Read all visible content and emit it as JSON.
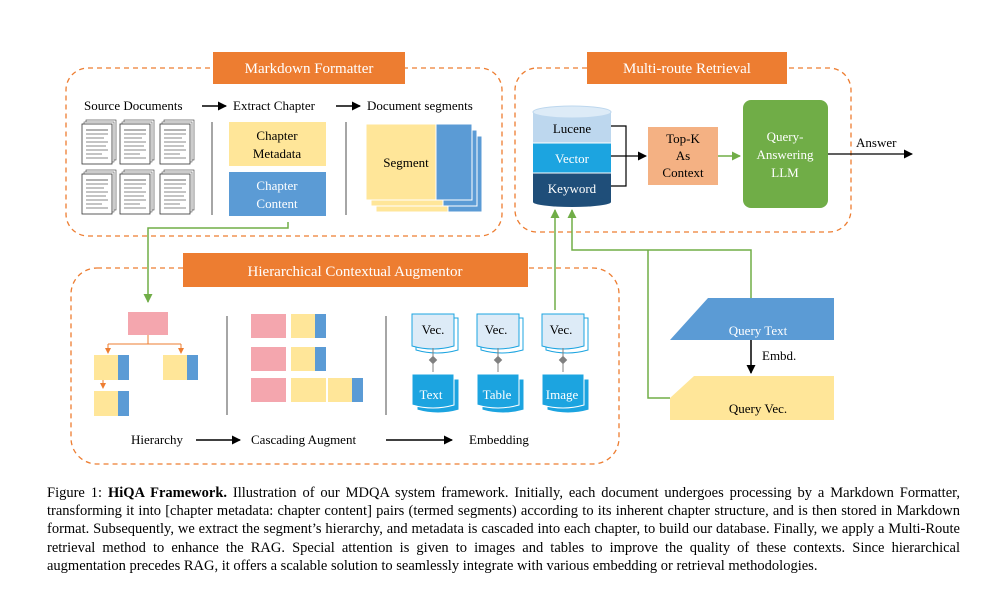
{
  "markdown_formatter": {
    "title": "Markdown Formatter",
    "source_documents": "Source Documents",
    "extract_chapter": "Extract Chapter",
    "document_segments": "Document segments",
    "chapter_metadata": [
      "Chapter",
      "Metadata"
    ],
    "chapter_content": [
      "Chapter",
      "Content"
    ],
    "segment": "Segment"
  },
  "retrieval": {
    "title": "Multi-route Retrieval",
    "lucene": "Lucene",
    "vector": "Vector",
    "keyword": "Keyword",
    "topk": [
      "Top-K",
      "As",
      "Context"
    ],
    "llm": [
      "Query-",
      "Answering",
      "LLM"
    ],
    "answer": "Answer"
  },
  "augmentor": {
    "title": "Hierarchical Contextual Augmentor",
    "vec": "Vec.",
    "text": "Text",
    "table": "Table",
    "image": "Image",
    "hierarchy": "Hierarchy",
    "cascading": "Cascading Augment",
    "embedding": "Embedding"
  },
  "query": {
    "query_text": "Query Text",
    "embd": "Embd.",
    "query_vec": "Query Vec."
  },
  "caption": {
    "label": "Figure 1:",
    "bold": "HiQA Framework.",
    "body": "Illustration of our MDQA system framework. Initially, each document undergoes processing by a Markdown Formatter, transforming it into [chapter metadata: chapter content] pairs (termed segments) according to its inherent chapter structure, and is then stored in Markdown format. Subsequently, we extract the segment’s hierarchy, and metadata is cascaded into each chapter, to build our database. Finally, we apply a Multi-Route retrieval method to enhance the RAG. Special attention is given to images and tables to improve the quality of these contexts. Since hierarchical augmentation precedes RAG, it offers a scalable solution to seamlessly integrate with various embedding or retrieval methodologies."
  },
  "colors": {
    "orange": "#ed7d31",
    "blue": "#5b9bd5",
    "yellow": "#ffe699",
    "pink": "#f4a6ae",
    "green": "#70ad47",
    "navy": "#1f4e79",
    "cyan": "#1ca4e0",
    "salmon": "#f4b183"
  }
}
